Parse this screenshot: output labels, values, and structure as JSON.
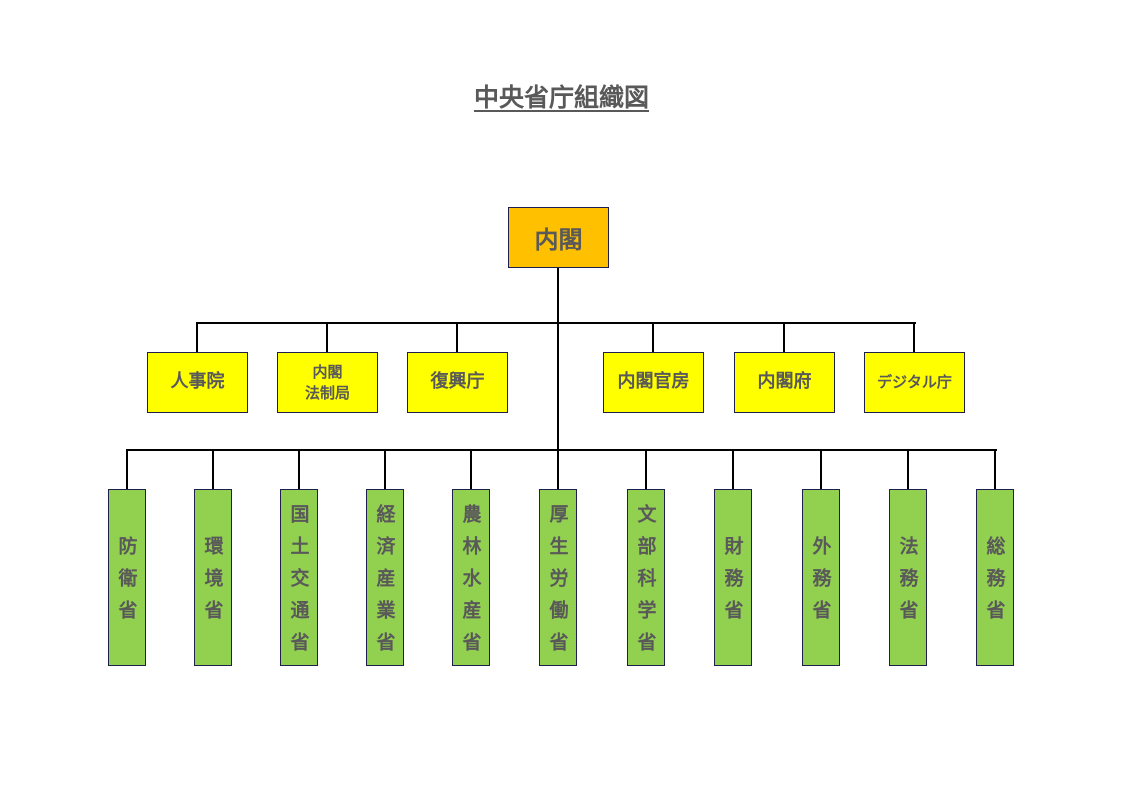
{
  "title": "中央省庁組織図",
  "root": {
    "label": "内閣",
    "color": "#ffc000"
  },
  "agencies": [
    {
      "label": "人事院"
    },
    {
      "label": "内閣\n法制局"
    },
    {
      "label": "復興庁"
    },
    {
      "label": "内閣官房"
    },
    {
      "label": "内閣府"
    },
    {
      "label": "デジタル庁"
    }
  ],
  "ministries": [
    {
      "label": "防衛省"
    },
    {
      "label": "環境省"
    },
    {
      "label": "国土交通省"
    },
    {
      "label": "経済産業省"
    },
    {
      "label": "農林水産省"
    },
    {
      "label": "厚生労働省"
    },
    {
      "label": "文部科学省"
    },
    {
      "label": "財務省"
    },
    {
      "label": "外務省"
    },
    {
      "label": "法務省"
    },
    {
      "label": "総務省"
    }
  ],
  "colors": {
    "agency": "#ffff00",
    "ministry": "#92d050",
    "text": "#595959"
  }
}
